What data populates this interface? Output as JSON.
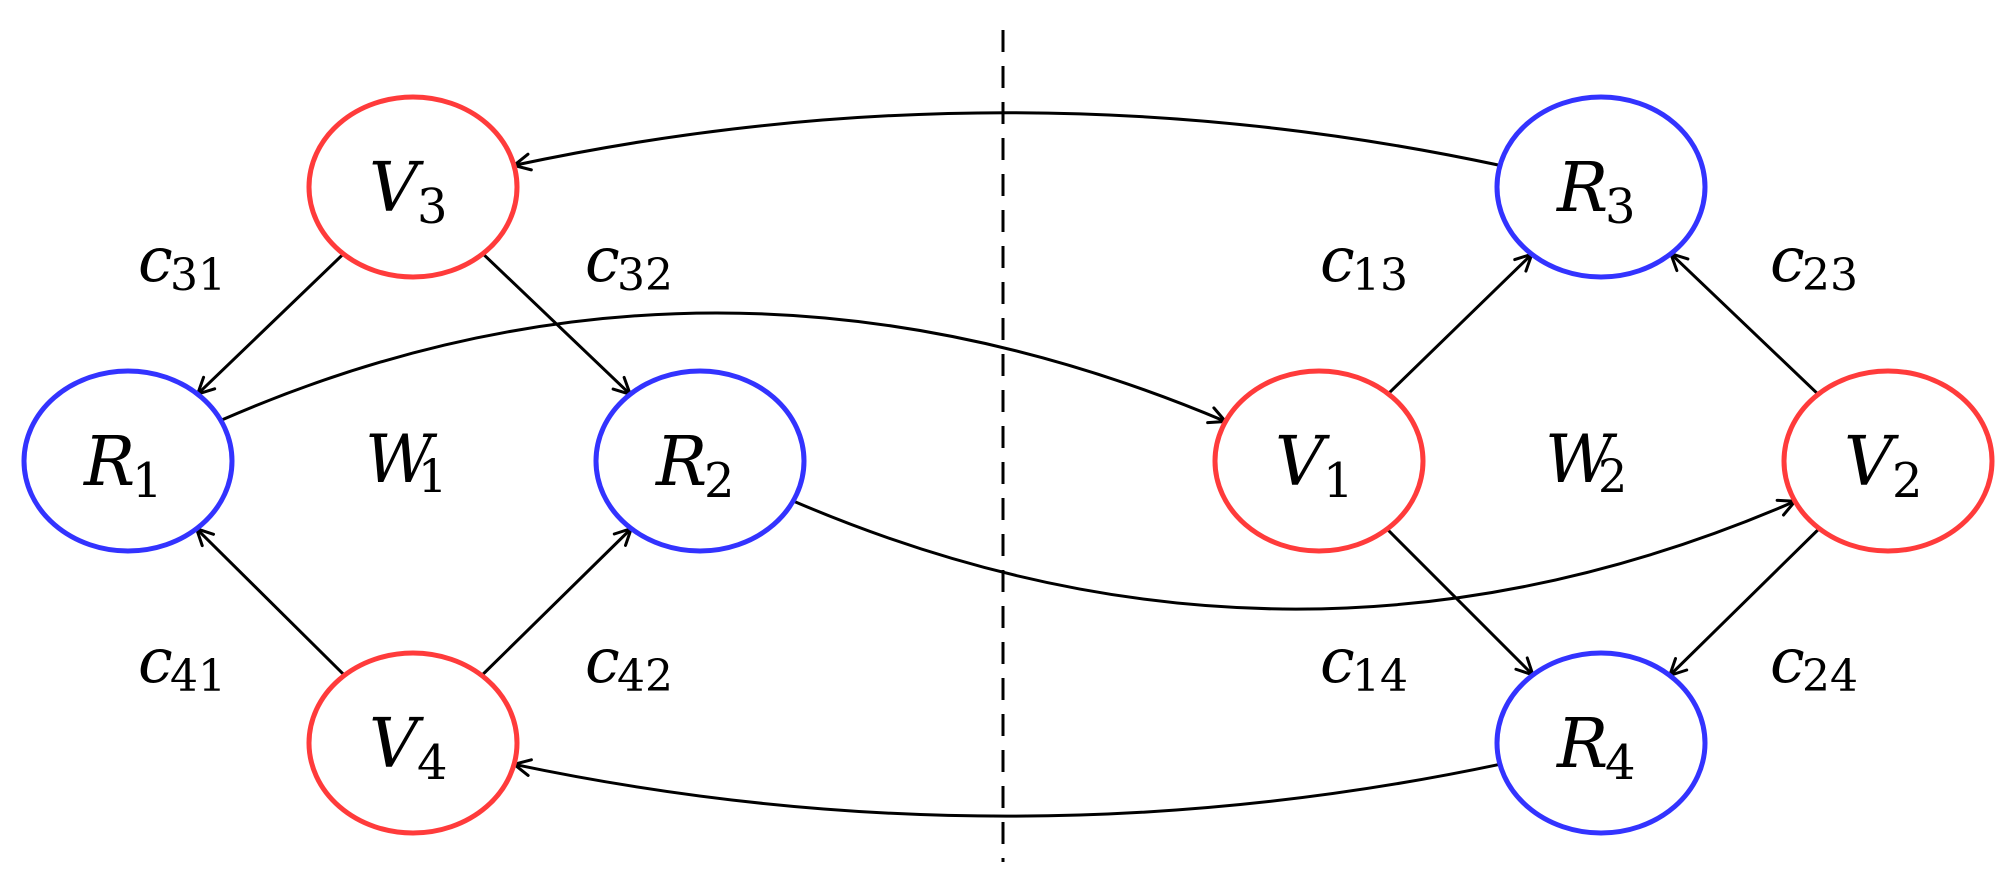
{
  "colors": {
    "v_node": "#ff3b3b",
    "r_node": "#3333ff",
    "edge": "#000000"
  },
  "nodes": [
    {
      "id": "V3",
      "kind": "v",
      "letter": "V",
      "sub": "3"
    },
    {
      "id": "R1",
      "kind": "r",
      "letter": "R",
      "sub": "1"
    },
    {
      "id": "R2",
      "kind": "r",
      "letter": "R",
      "sub": "2"
    },
    {
      "id": "V4",
      "kind": "v",
      "letter": "V",
      "sub": "4"
    },
    {
      "id": "R3",
      "kind": "r",
      "letter": "R",
      "sub": "3"
    },
    {
      "id": "V1",
      "kind": "v",
      "letter": "V",
      "sub": "1"
    },
    {
      "id": "V2",
      "kind": "v",
      "letter": "V",
      "sub": "2"
    },
    {
      "id": "R4",
      "kind": "r",
      "letter": "R",
      "sub": "4"
    }
  ],
  "edges": [
    {
      "from": "V3",
      "to": "R1"
    },
    {
      "from": "V3",
      "to": "R2"
    },
    {
      "from": "V4",
      "to": "R1"
    },
    {
      "from": "V4",
      "to": "R2"
    },
    {
      "from": "V1",
      "to": "R3"
    },
    {
      "from": "V1",
      "to": "R4"
    },
    {
      "from": "V2",
      "to": "R3"
    },
    {
      "from": "V2",
      "to": "R4"
    },
    {
      "from": "R3",
      "to": "V3"
    },
    {
      "from": "R1",
      "to": "V1"
    },
    {
      "from": "R2",
      "to": "V2"
    },
    {
      "from": "R4",
      "to": "V4"
    }
  ],
  "edge_labels": [
    {
      "letter": "c",
      "sub": "31"
    },
    {
      "letter": "c",
      "sub": "32"
    },
    {
      "letter": "c",
      "sub": "41"
    },
    {
      "letter": "c",
      "sub": "42"
    },
    {
      "letter": "c",
      "sub": "13"
    },
    {
      "letter": "c",
      "sub": "23"
    },
    {
      "letter": "c",
      "sub": "14"
    },
    {
      "letter": "c",
      "sub": "24"
    }
  ],
  "regions": [
    {
      "letter": "W",
      "sub": "1"
    },
    {
      "letter": "W",
      "sub": "2"
    }
  ]
}
